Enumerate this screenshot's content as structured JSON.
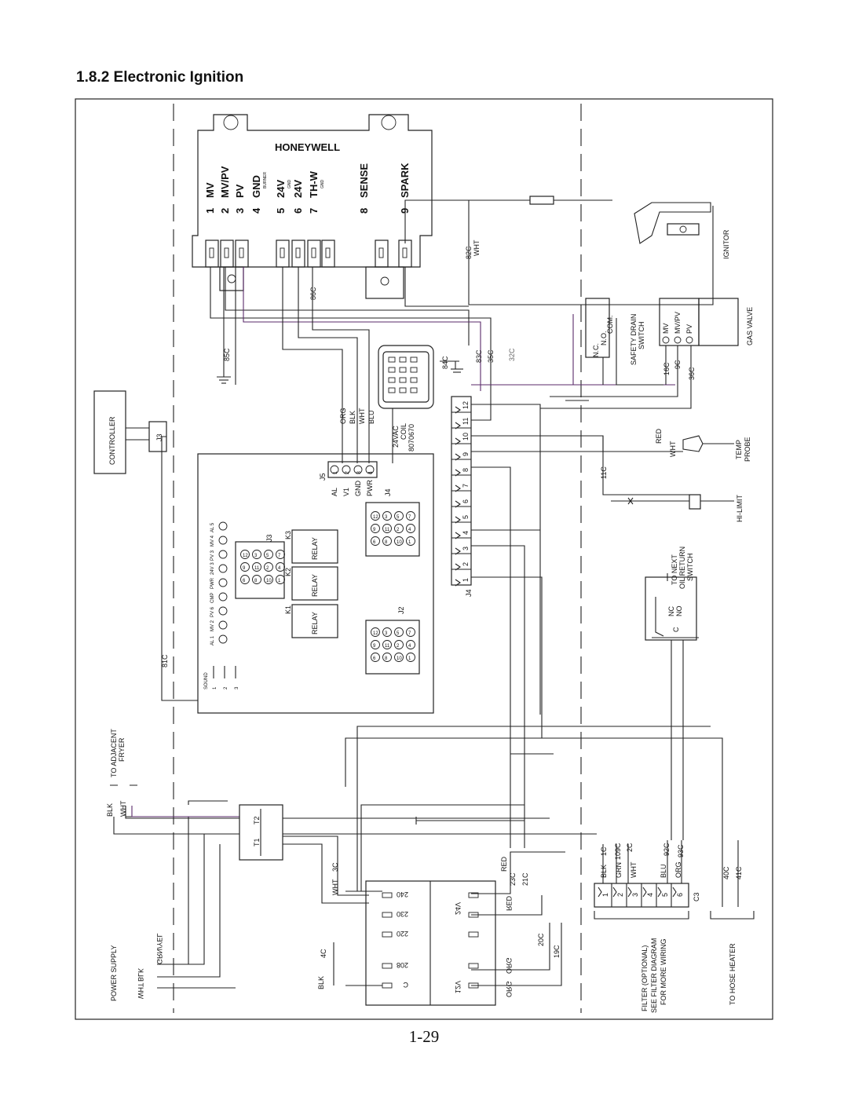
{
  "heading": "1.8.2 Electronic Ignition",
  "page_number": "1-29",
  "module": {
    "brand": "HONEYWELL",
    "terminals": [
      {
        "num": "1",
        "label": "MV"
      },
      {
        "num": "2",
        "label": "MV/PV"
      },
      {
        "num": "3",
        "label": "PV"
      },
      {
        "num": "4",
        "label": "GND",
        "sub": "BURNER"
      },
      {
        "num": "5",
        "label": "24V",
        "sub": "GND"
      },
      {
        "num": "6",
        "label": "24V"
      },
      {
        "num": "7",
        "label": "TH-W",
        "sub": "GND"
      },
      {
        "num": "8",
        "label": "SENSE"
      },
      {
        "num": "9",
        "label": "SPARK"
      }
    ]
  },
  "wires": {
    "w85c": "85C",
    "w86c": "86C",
    "w82c": "82C",
    "w82c_color": "WHT",
    "w83c": "83C",
    "w35c": "35C",
    "w32c": "32C",
    "w84c": "84C",
    "w81c": "81C",
    "w11c": "11C",
    "w16c": "16C",
    "w9c": "9C",
    "w36c": "36C",
    "w3c": "3C",
    "w4c": "4C",
    "w23c": "23C",
    "w21c": "21C",
    "w20c": "20C",
    "w19c": "19C",
    "w1c": "1C",
    "w109c": "109C",
    "w2c": "2C",
    "w92c": "92C",
    "w93c": "93C",
    "w40c": "40C",
    "w41c": "41C"
  },
  "coil": {
    "line1": "24VAC",
    "line2": "COIL",
    "line3": "8070670",
    "wires": [
      "ORG",
      "BLK",
      "WHT",
      "BLU"
    ]
  },
  "controller": {
    "label": "CONTROLLER",
    "jack": "J3"
  },
  "board": {
    "j5": {
      "label": "J5",
      "pins": [
        "AL",
        "V1",
        "GND",
        "PWR"
      ],
      "nums": [
        "1",
        "2",
        "3",
        "4"
      ]
    },
    "j4": "J4",
    "j3": "J3",
    "j2": "J2",
    "relays": [
      {
        "k": "K3",
        "label": "RELAY"
      },
      {
        "k": "K2",
        "label": "RELAY"
      },
      {
        "k": "K1",
        "label": "RELAY"
      }
    ],
    "leds_top": [
      "AL 5",
      "MV 4",
      "PV 3",
      "24V 3",
      "PWR",
      "CMP",
      "PV 6",
      "MV 2",
      "AL 1"
    ],
    "sound": [
      "SOUND",
      "1",
      "2",
      "3"
    ],
    "j3_pins": [
      "12",
      "9",
      "6",
      "3",
      "11",
      "8",
      "5",
      "2",
      "10",
      "7",
      "4",
      "1"
    ],
    "j4_pins": [
      "12",
      "9",
      "6",
      "3",
      "11",
      "8",
      "5",
      "2",
      "10",
      "7",
      "4",
      "1"
    ]
  },
  "j4_strip": {
    "label": "J4",
    "nums": [
      "12",
      "11",
      "10",
      "9",
      "8",
      "7",
      "6",
      "5",
      "4",
      "3",
      "2",
      "1"
    ]
  },
  "ignitor": "IGNITOR",
  "safety_drain": {
    "nc": "N.C.",
    "no": "N.O.",
    "com": "COM.",
    "line1": "SAFETY DRAIN",
    "line2": "SWITCH"
  },
  "gas_valve": {
    "label": "GAS VALVE",
    "terms": [
      "MV",
      "MV/PV",
      "PV"
    ]
  },
  "temp_probe": {
    "line1": "TEMP",
    "line2": "PROBE",
    "red": "RED",
    "wht": "WHT"
  },
  "hi_limit": "HI-LIMIT",
  "oil_return": {
    "line1": "TO NEXT",
    "line2": "OIL RETURN",
    "line3": "SWITCH",
    "nc": "NC",
    "no": "NO",
    "c": "C"
  },
  "adjacent": {
    "line1": "TO ADJACENT",
    "line2": "FRYER",
    "blk": "BLK",
    "wht": "WHT"
  },
  "transformer": {
    "t1": "T1",
    "t2": "T2"
  },
  "power_supply": {
    "label": "POWER SUPPLY",
    "wires": [
      "WHT",
      "BLK",
      "GRN/YEL"
    ]
  },
  "xfmr": {
    "primary": [
      "240",
      "230",
      "220",
      "208",
      "C"
    ],
    "secondary_top": "24V",
    "secondary_bottom": "12V",
    "colors": {
      "red_top": "RED",
      "red": "RED",
      "org1": "ORG",
      "org2": "ORG",
      "wht": "WHT",
      "blk": "BLK"
    }
  },
  "filter": {
    "colors": [
      "BLK",
      "GRN",
      "WHT",
      "",
      "BLU",
      "ORG"
    ],
    "nums": [
      "1",
      "2",
      "3",
      "4",
      "5",
      "6"
    ],
    "conn": "C3",
    "line1": "FILTER (OPTIONAL)",
    "line2": "SEE FILTER DIAGRAM",
    "line3": "FOR MORE WIRING"
  },
  "hose_heater": "TO HOSE HEATER"
}
